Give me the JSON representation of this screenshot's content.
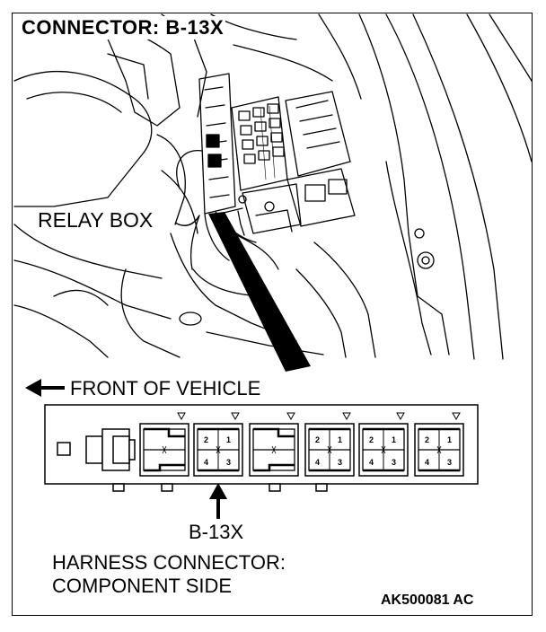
{
  "title": "CONNECTOR: B-13X",
  "relay_box_label": "RELAY BOX",
  "front_label": "FRONT OF VEHICLE",
  "connector_label": "B-13X",
  "harness_line1": "HARNESS CONNECTOR:",
  "harness_line2": "COMPONENT SIDE",
  "figure_code": "AK500081 AC",
  "pin_labels": {
    "top_left": "2",
    "top_right": "1",
    "bottom_left": "4",
    "bottom_right": "3"
  }
}
